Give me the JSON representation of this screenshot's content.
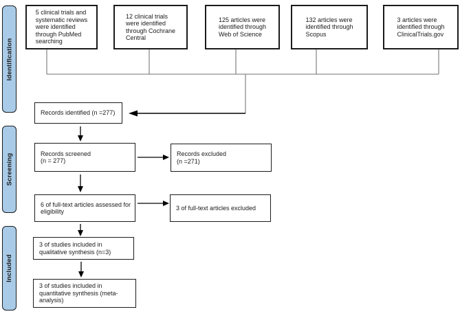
{
  "stages": [
    {
      "label": "Identification"
    },
    {
      "label": "Screening"
    },
    {
      "label": "Included"
    }
  ],
  "sources": [
    {
      "text": "5 clinical trials and\nsystematic reviews\nwere identified\nthrough PubMed\nsearching"
    },
    {
      "text": "12 clinical trials\nwere identified\nthrough Cochrane\nCentral"
    },
    {
      "text": "125 articles were\nidentified through\nWeb of Science"
    },
    {
      "text": "132 articles were\nidentified through\nScopus"
    },
    {
      "text": "3 articles were\nidentified through\nClinicalTrials.gov"
    }
  ],
  "flow": {
    "identified": "Records identified (n =277)",
    "screened": "Records screened\n(n = 277)",
    "records_excluded": "Records excluded\n(n =271)",
    "assessed": "6 of full-text articles assessed for\neligibility",
    "fulltext_excluded": "3 of full-text articles excluded",
    "qualitative": "3 of studies included in\nqualitative synthesis (n=3)",
    "quantitative": "3 of studies included in\nquantitative synthesis (meta-\nanalysis)"
  },
  "colors": {
    "bg": "#ffffff",
    "stage-fill": "#a9cbe8",
    "stage-border": "#1a1a1a",
    "box-border": "#1a1a1a",
    "connector": "#8c8c8c",
    "arrow": "#000000",
    "text": "#1a1a1a"
  }
}
